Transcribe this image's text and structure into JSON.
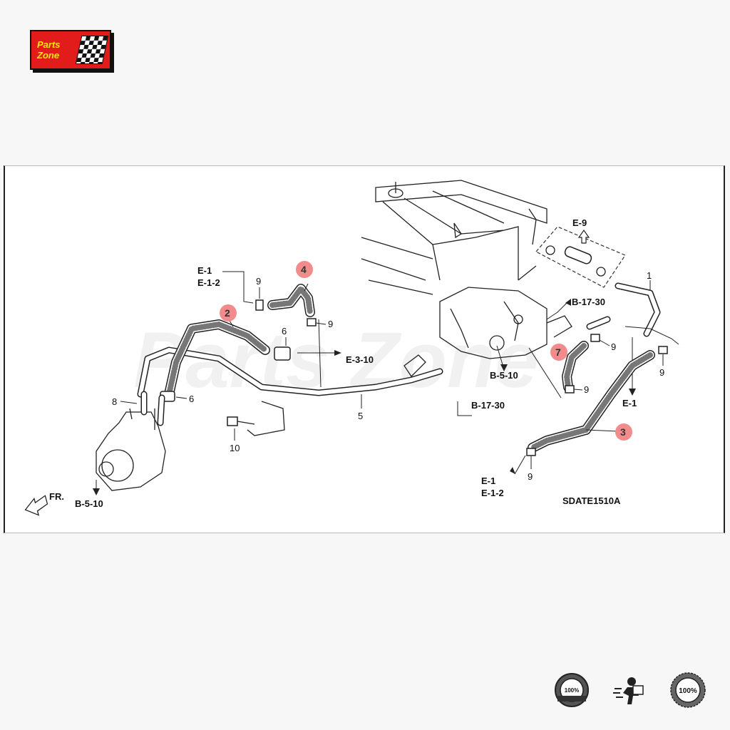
{
  "brand": {
    "line1": "Parts",
    "line2": "Zone"
  },
  "diagram": {
    "code": "SDATE1510A",
    "front_label": "FR.",
    "watermark": "Parts Zone",
    "callouts": {
      "c2": "2",
      "c3": "3",
      "c4": "4",
      "c7": "7"
    },
    "part_numbers": {
      "p1": "1",
      "p5": "5",
      "p6a": "6",
      "p6b": "6",
      "p8": "8",
      "p10": "10",
      "p9a": "9",
      "p9b": "9",
      "p9c": "9",
      "p9d": "9",
      "p9e": "9",
      "p9f": "9"
    },
    "refs": {
      "e1_top_left": "E-1",
      "e12_top_left": "E-1-2",
      "e9": "E-9",
      "e310": "E-3-10",
      "b1730_top": "B-17-30",
      "b1730_mid": "B-17-30",
      "b510_mid": "B-5-10",
      "b510_bottom": "B-5-10",
      "e1_right": "E-1",
      "e1_bottom": "E-1",
      "e12_bottom": "E-1-2"
    }
  },
  "badges": {
    "b1": "100%",
    "b3": "100%"
  },
  "colors": {
    "callout_fill": "#f28b8b",
    "logo_red": "#e21b1b",
    "logo_yellow": "#ffe600"
  }
}
